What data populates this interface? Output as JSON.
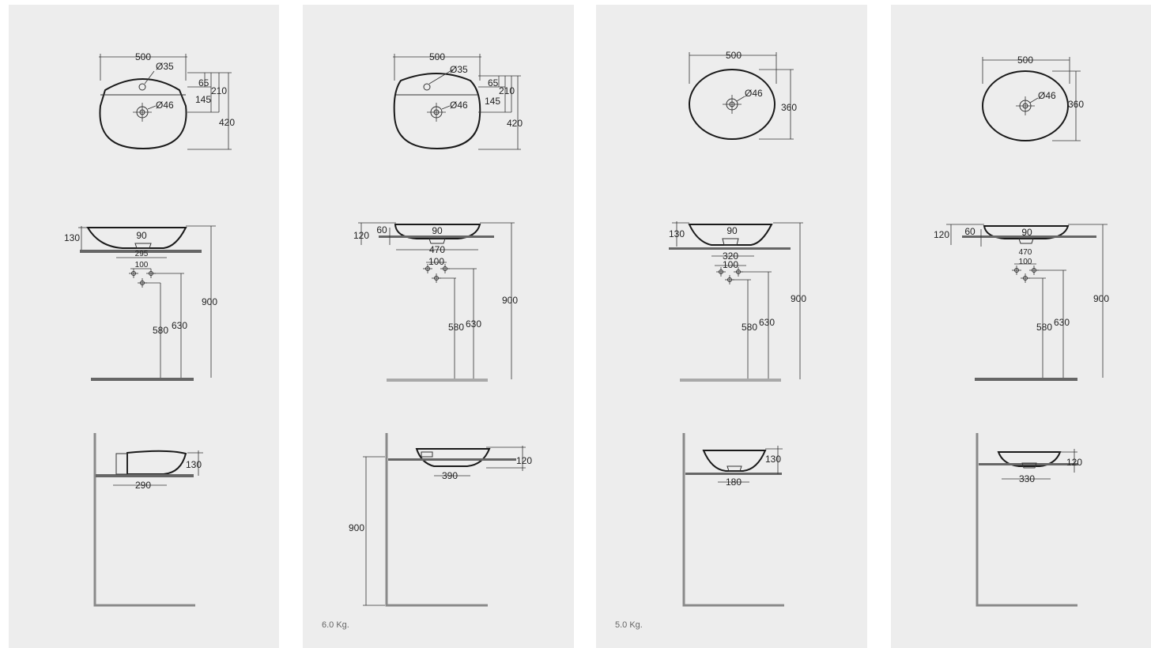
{
  "panels": [
    {
      "top": {
        "width": "500",
        "hole": "Ø35",
        "drain": "Ø46",
        "d1": "65",
        "d2": "210",
        "d3": "145",
        "depth": "420"
      },
      "front": {
        "height": "130",
        "drain": "90",
        "counter_gap": "295",
        "tap_spacing": "100",
        "lower": "580",
        "upper": "630",
        "total": "900"
      },
      "side": {
        "height": "130",
        "width": "290"
      },
      "weight": ""
    },
    {
      "top": {
        "width": "500",
        "hole": "Ø35",
        "drain": "Ø46",
        "d1": "65",
        "d2": "210",
        "d3": "145",
        "depth": "420"
      },
      "front": {
        "height": "120",
        "inset": "60",
        "drain": "90",
        "counter_gap": "470",
        "tap_spacing": "100",
        "lower": "580",
        "upper": "630",
        "total": "900"
      },
      "side": {
        "height": "120",
        "width": "390",
        "total": "900"
      },
      "weight": "6.0 Kg."
    },
    {
      "top": {
        "width": "500",
        "drain": "Ø46",
        "depth": "360"
      },
      "front": {
        "height": "130",
        "drain": "90",
        "counter_gap": "320",
        "tap_spacing": "100",
        "lower": "580",
        "upper": "630",
        "total": "900"
      },
      "side": {
        "height": "130",
        "width": "180"
      },
      "weight": "5.0 Kg."
    },
    {
      "top": {
        "width": "500",
        "drain": "Ø46",
        "depth": "360"
      },
      "front": {
        "height": "120",
        "inset": "60",
        "drain": "90",
        "counter_gap": "470",
        "tap_spacing": "100",
        "lower": "580",
        "upper": "630",
        "total": "900"
      },
      "side": {
        "height": "120",
        "width": "330"
      },
      "weight": ""
    }
  ]
}
